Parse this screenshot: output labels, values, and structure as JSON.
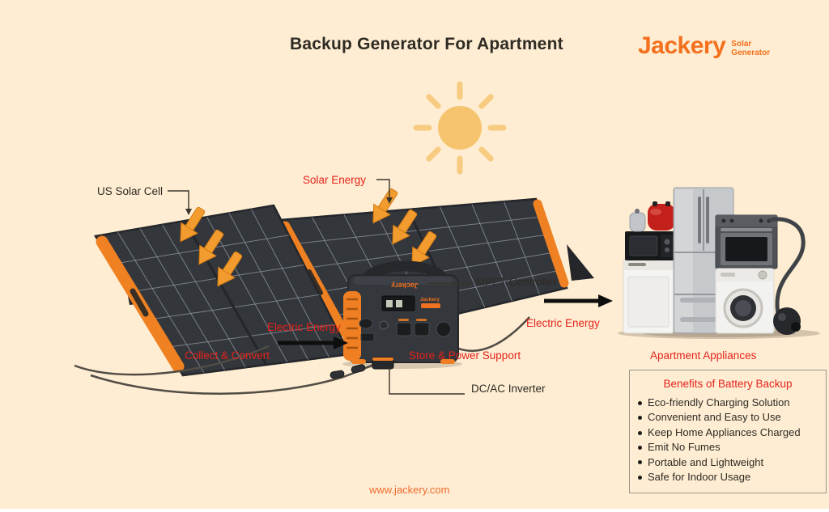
{
  "page": {
    "title": "Backup Generator For Apartment",
    "footer_url": "www.jackery.com"
  },
  "brand": {
    "name": "Jackery",
    "tagline": [
      "Solar",
      "Generator"
    ]
  },
  "device": {
    "brand": "Jackery"
  },
  "flow_labels": {
    "us_solar_cell": "US Solar Cell",
    "solar_energy": "Solar Energy",
    "mppt_controller": "MPPT Controller",
    "electric_energy_left": "Electric Energy",
    "collect_convert": "Collect & Convert",
    "store_power_support": "Store & Power Support",
    "dc_ac_inverter": "DC/AC Inverter",
    "electric_energy_right": "Electric Energy",
    "apartment_appliances": "Apartment Appliances"
  },
  "benefits": {
    "title": "Benefits of Battery Backup",
    "items": [
      "Eco-friendly Charging Solution",
      "Convenient and Easy to Use",
      "Keep Home Appliances Charged",
      "Emit No Fumes",
      "Portable and Lightweight",
      "Safe for Indoor Usage"
    ]
  },
  "colors": {
    "background": "#FEEDD2",
    "brand_orange": "#F4701D",
    "label_red": "#E5231C",
    "text_dark": "#2E2A24",
    "sun_yellow": "#F6C46E",
    "panel_dark": "#33363B",
    "panel_accent_orange": "#EF8123",
    "arrow_black": "#0E0E0E"
  }
}
